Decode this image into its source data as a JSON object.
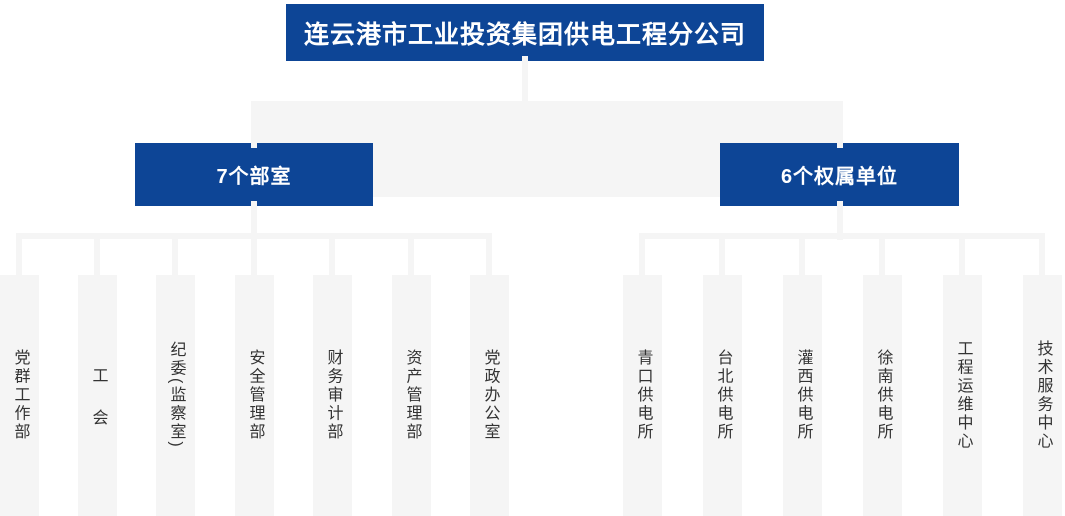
{
  "org": {
    "root": {
      "label": "连云港市工业投资集团供电工程分公司"
    },
    "groups": [
      {
        "label": "7个部室",
        "children": [
          "党群工作部",
          "工会",
          "纪委(监察室)",
          "安全管理部",
          "财务审计部",
          "资产管理部",
          "党政办公室"
        ]
      },
      {
        "label": "6个权属单位",
        "children": [
          "青口供电所",
          "台北供电所",
          "灌西供电所",
          "徐南供电所",
          "工程运维中心",
          "技术服务中心"
        ]
      }
    ]
  },
  "colors": {
    "primary_blue": "#0d4596",
    "connector_gray": "#f5f5f5",
    "leaf_gray": "#f5f5f5",
    "text_dark": "#333333",
    "header_text": "#ffffff"
  }
}
